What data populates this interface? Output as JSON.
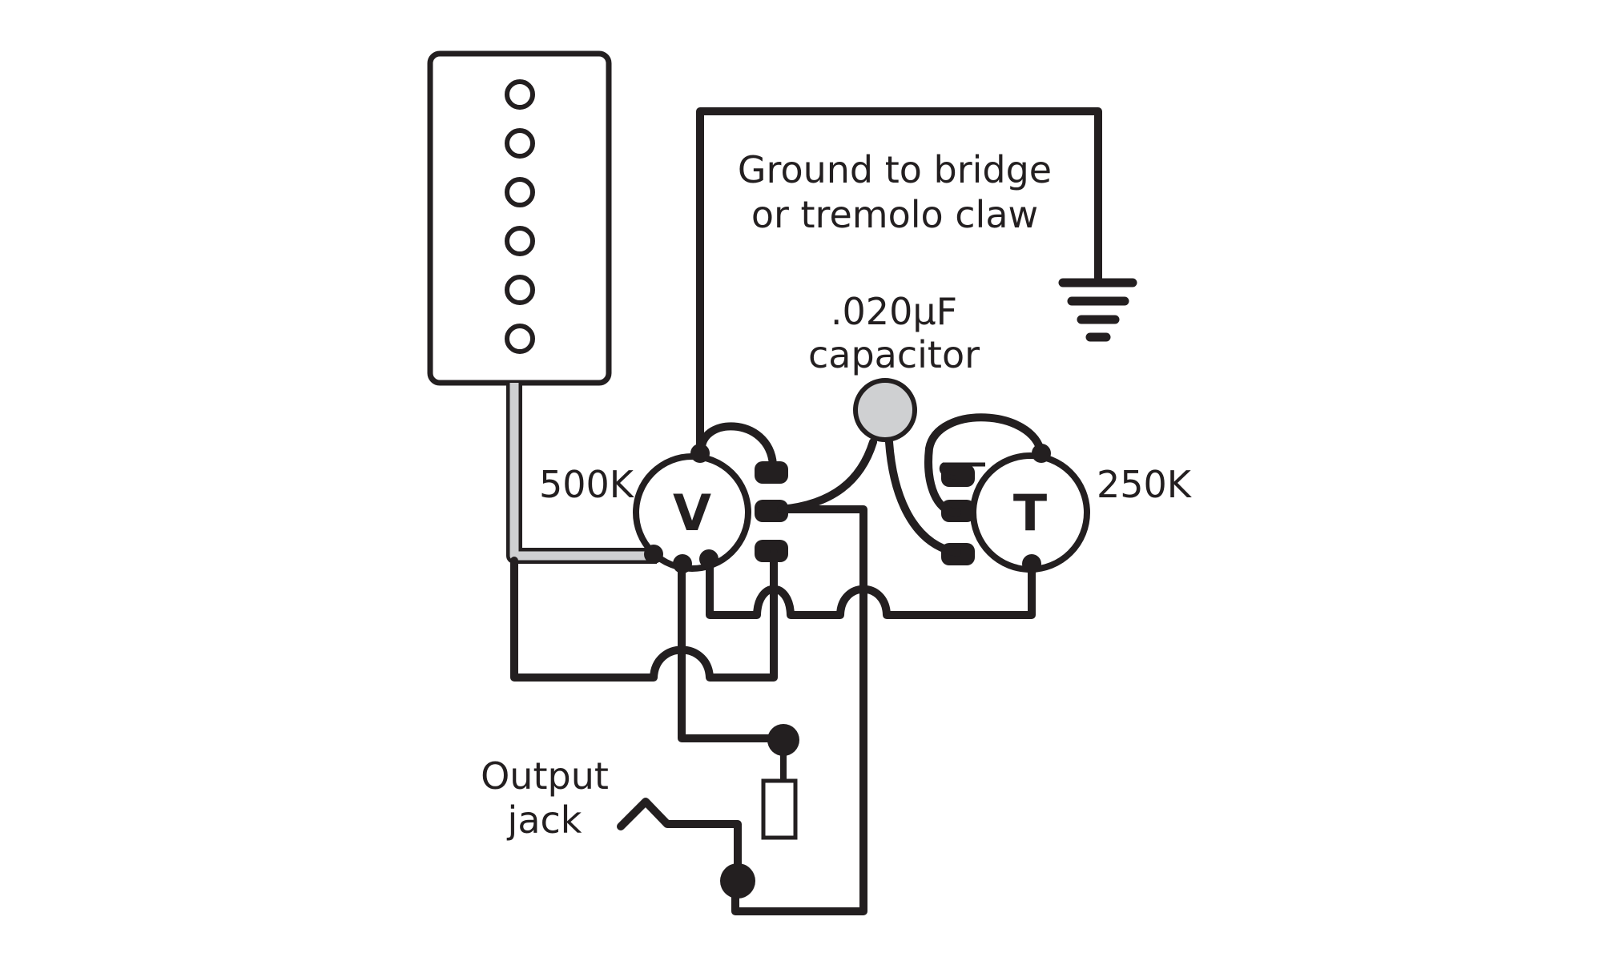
{
  "labels": {
    "ground_line1": "Ground to bridge",
    "ground_line2": "or tremolo claw",
    "capacitor_line1": ".020µF",
    "capacitor_line2": "capacitor",
    "volume_value": "500K",
    "tone_value": "250K",
    "volume_letter": "V",
    "tone_letter": "T",
    "output_line1": "Output",
    "output_line2": "jack"
  },
  "colors": {
    "ink": "#231f20",
    "pickup_lead": "#cfd0d2",
    "capacitor_fill": "#cfd0d2",
    "background": "#ffffff"
  },
  "components": {
    "pickup_pole_count": 6
  }
}
